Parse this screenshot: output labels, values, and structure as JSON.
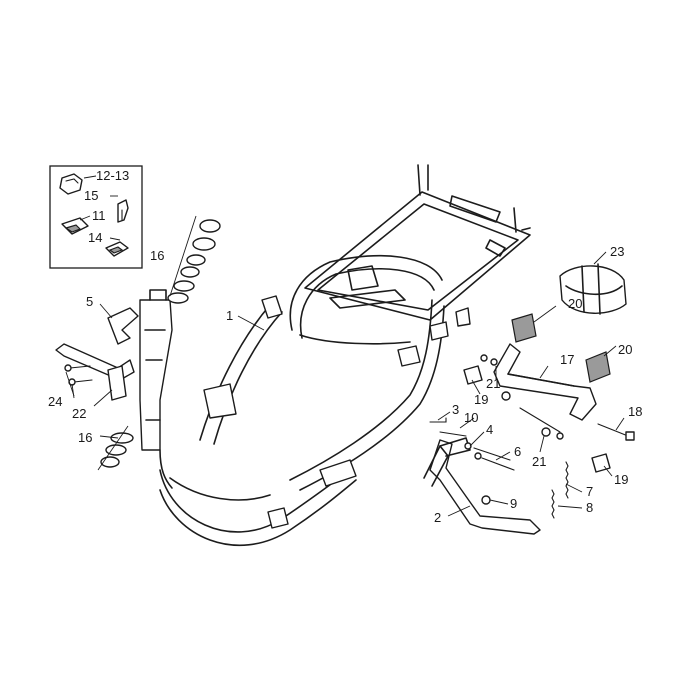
{
  "callouts": {
    "c1": "1",
    "c2": "2",
    "c3": "3",
    "c4": "4",
    "c5": "5",
    "c6": "6",
    "c7": "7",
    "c8": "8",
    "c9": "9",
    "c10": "10",
    "c11": "11",
    "c12_13": "12-13",
    "c14": "14",
    "c15": "15",
    "c16_top": "16",
    "c16_bottom": "16",
    "c17": "17",
    "c18": "18",
    "c19_left": "19",
    "c19_right": "19",
    "c20_left": "20",
    "c20_right": "20",
    "c21_left": "21",
    "c21_right": "21",
    "c22": "22",
    "c23": "23",
    "c24": "24"
  }
}
